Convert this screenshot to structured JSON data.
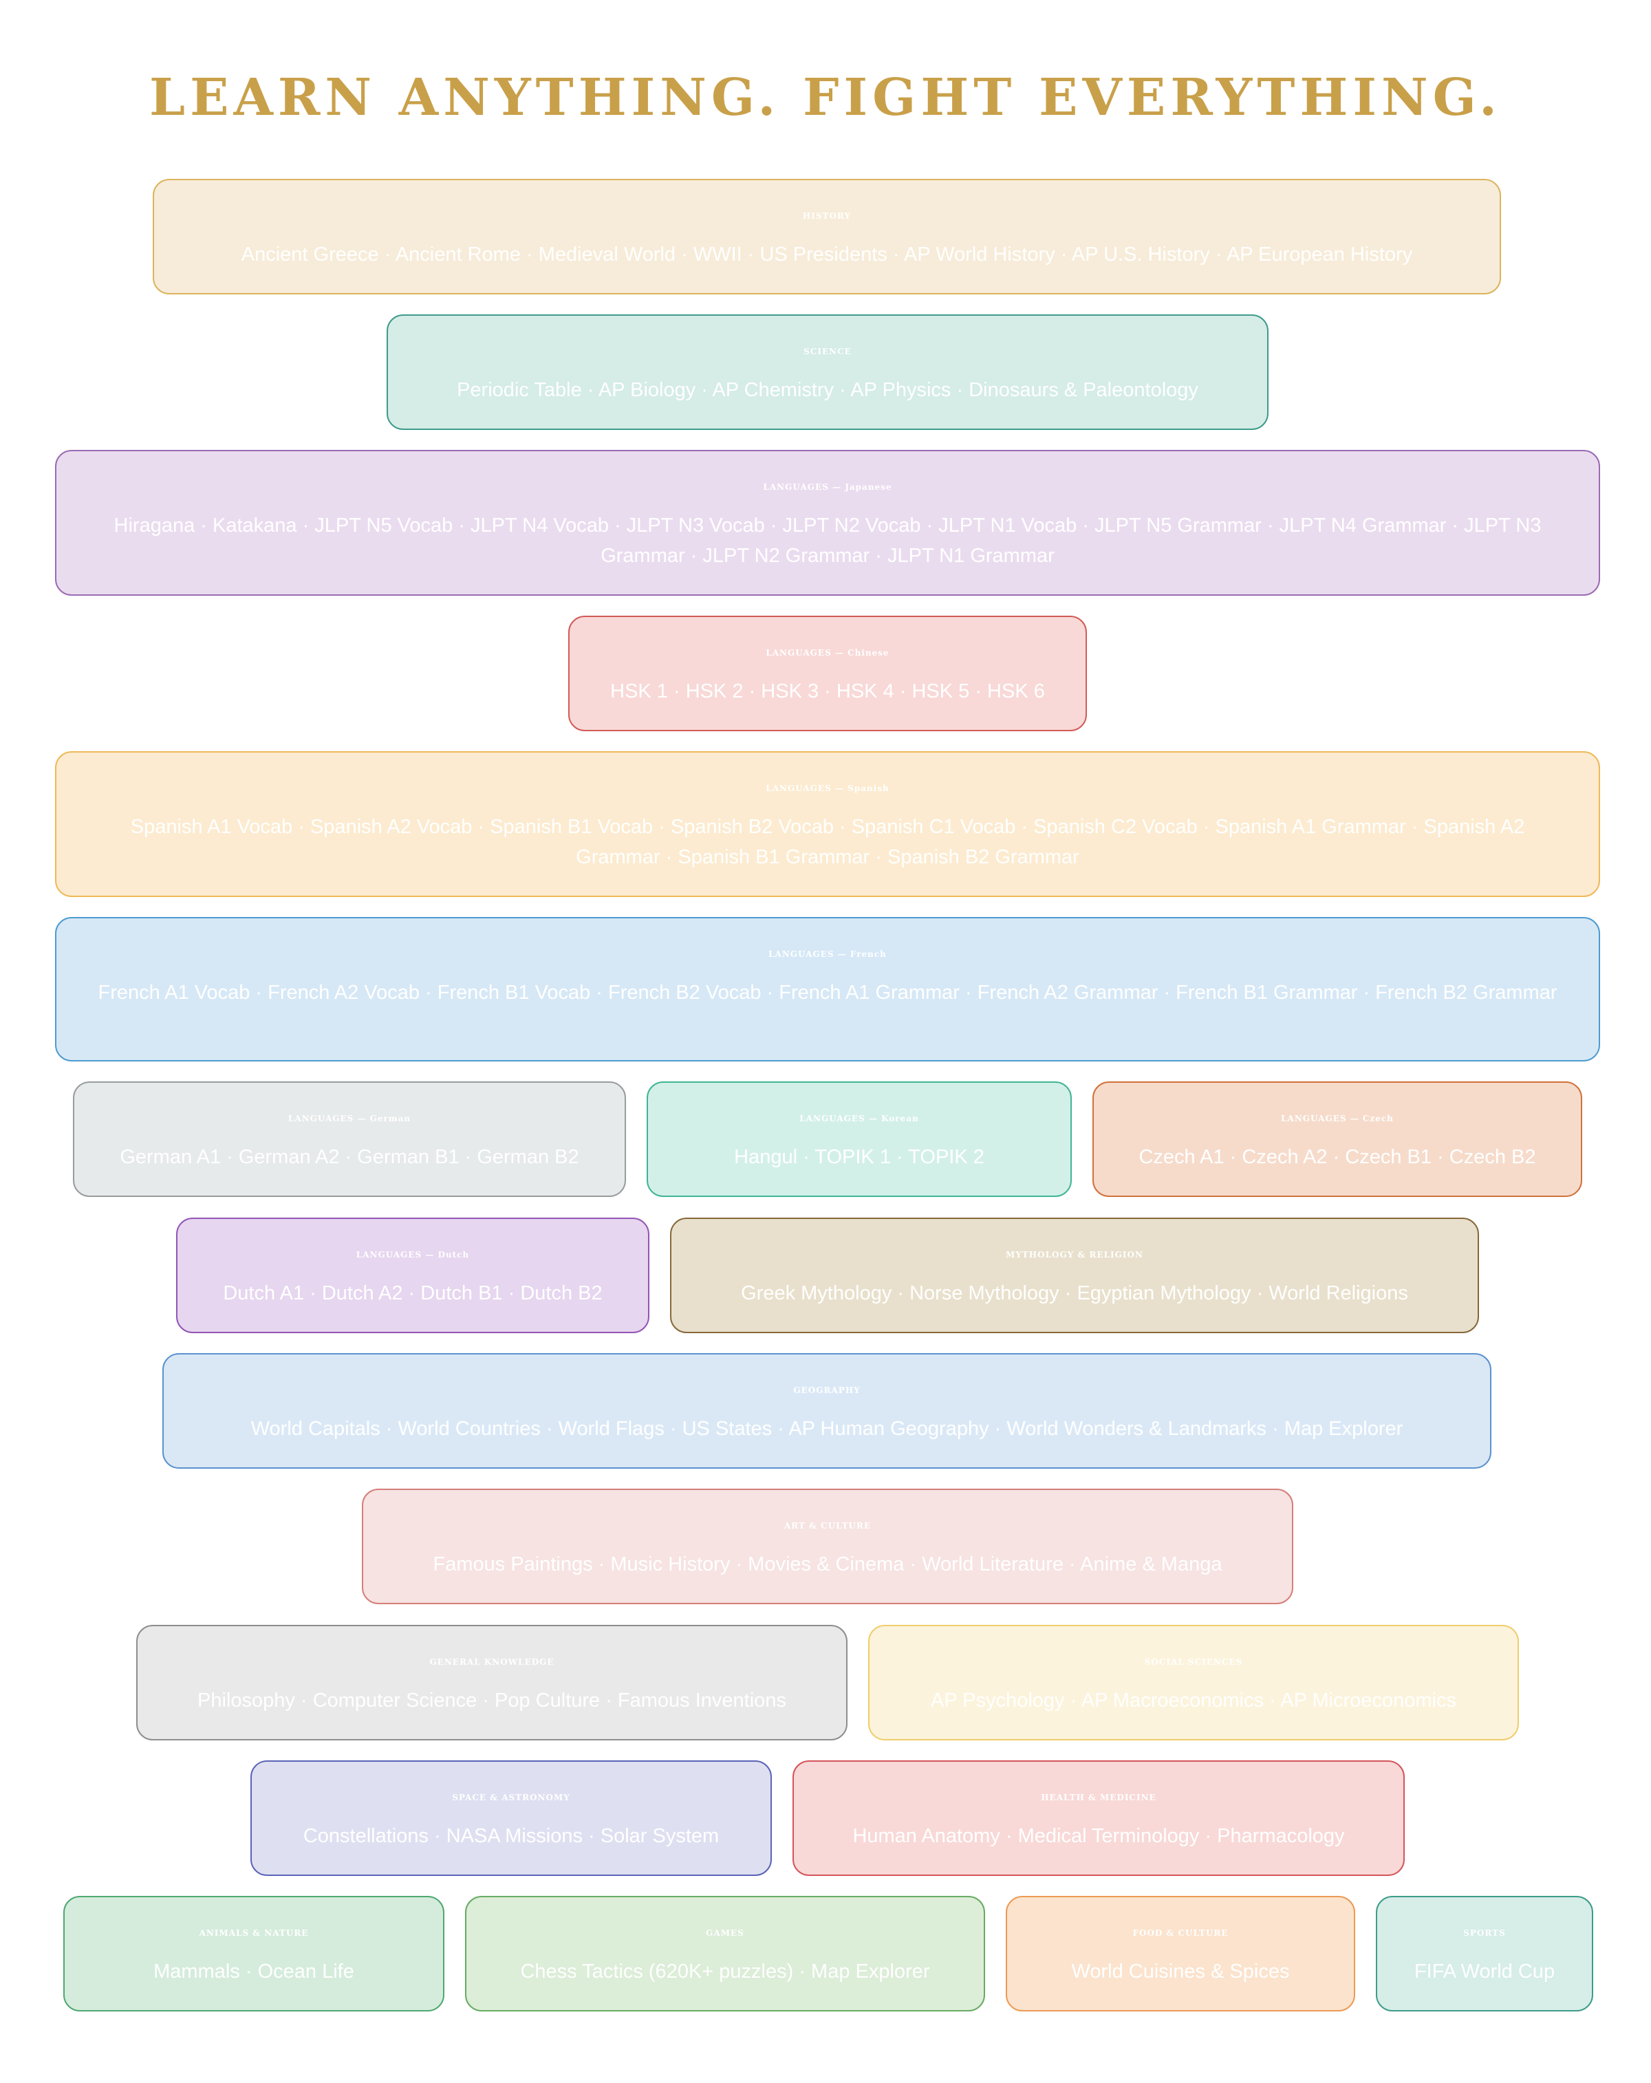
{
  "page": {
    "title": "LEARN ANYTHING. FIGHT EVERYTHING.",
    "title_color": "#c9a04a"
  },
  "categories": [
    {
      "title": "HISTORY",
      "items": "Ancient Greece · Ancient Rome · Medieval World · WWII · US Presidents · AP World History · AP U.S. History · AP European History",
      "bg": "#f7ecd9",
      "border": "#dcb35d"
    },
    {
      "title": "SCIENCE",
      "items": "Periodic Table · AP Biology · AP Chemistry · AP Physics · Dinosaurs & Paleontology",
      "bg": "#d5ece7",
      "border": "#3f9b8b"
    },
    {
      "title": "LANGUAGES — Japanese",
      "items": "Hiragana · Katakana · JLPT N5 Vocab · JLPT N4 Vocab · JLPT N3 Vocab · JLPT N2 Vocab · JLPT N1 Vocab · JLPT N5 Grammar · JLPT N4 Grammar · JLPT N3 Grammar · JLPT N2 Grammar · JLPT N1 Grammar",
      "bg": "#eadcef",
      "border": "#9a6bb4"
    },
    {
      "title": "LANGUAGES — Chinese",
      "items": "HSK 1 · HSK 2 · HSK 3 · HSK 4 · HSK 5 · HSK 6",
      "bg": "#f8d9d7",
      "border": "#d25b57"
    },
    {
      "title": "LANGUAGES — Spanish",
      "items": "Spanish A1 Vocab · Spanish A2 Vocab · Spanish B1 Vocab · Spanish B2 Vocab · Spanish C1 Vocab · Spanish C2 Vocab · Spanish A1 Grammar · Spanish A2 Grammar · Spanish B1 Grammar · Spanish B2 Grammar",
      "bg": "#fcebd0",
      "border": "#f0b85a"
    },
    {
      "title": "LANGUAGES — French",
      "items": "French A1 Vocab · French A2 Vocab · French B1 Vocab · French B2 Vocab · French A1 Grammar · French A2 Grammar · French B1 Grammar · French B2 Grammar",
      "bg": "#d6e8f6",
      "border": "#4d9bd0"
    },
    {
      "title": "LANGUAGES — German",
      "items": "German A1 · German A2 · German B1 · German B2",
      "bg": "#e7eaea",
      "border": "#979c9c"
    },
    {
      "title": "LANGUAGES — Korean",
      "items": "Hangul · TOPIK 1 · TOPIK 2",
      "bg": "#d3f0e8",
      "border": "#3fb595"
    },
    {
      "title": "LANGUAGES — Czech",
      "items": "Czech A1 · Czech A2 · Czech B1 · Czech B2",
      "bg": "#f6dbcb",
      "border": "#d0713c"
    },
    {
      "title": "LANGUAGES — Dutch",
      "items": "Dutch A1 · Dutch A2 · Dutch B1 · Dutch B2",
      "bg": "#e6d6ef",
      "border": "#9454b6"
    },
    {
      "title": "MYTHOLOGY & RELIGION",
      "items": "Greek Mythology · Norse Mythology · Egyptian Mythology · World Religions",
      "bg": "#e8e0cc",
      "border": "#86683a"
    },
    {
      "title": "GEOGRAPHY",
      "items": "World Capitals · World Countries · World Flags · US States · AP Human Geography · World Wonders & Landmarks · Map Explorer",
      "bg": "#dae8f6",
      "border": "#5a92ce"
    },
    {
      "title": "ART & CULTURE",
      "items": "Famous Paintings · Music History · Movies & Cinema · World Literature · Anime & Manga",
      "bg": "#f6e3e2",
      "border": "#d57e7a"
    },
    {
      "title": "GENERAL KNOWLEDGE",
      "items": "Philosophy · Computer Science · Pop Culture · Famous Inventions",
      "bg": "#e9e9e9",
      "border": "#8e8e8e"
    },
    {
      "title": "SOCIAL SCIENCES",
      "items": "AP Psychology · AP Macroeconomics · AP Microeconomics",
      "bg": "#fcf3dc",
      "border": "#f0cd6b"
    },
    {
      "title": "SPACE & ASTRONOMY",
      "items": "Constellations · NASA Missions · Solar System",
      "bg": "#dee0f1",
      "border": "#5b63b8"
    },
    {
      "title": "HEALTH & MEDICINE",
      "items": "Human Anatomy · Medical Terminology · Pharmacology",
      "bg": "#f8d9d7",
      "border": "#d4545a"
    },
    {
      "title": "ANIMALS & NATURE",
      "items": "Mammals · Ocean Life",
      "bg": "#d5ecdc",
      "border": "#4ea871"
    },
    {
      "title": "GAMES",
      "items": "Chess Tactics (620K+ puzzles) · Map Explorer",
      "bg": "#dcedd8",
      "border": "#67ab63"
    },
    {
      "title": "FOOD & CULTURE",
      "items": "World Cuisines & Spices",
      "bg": "#fbe3cd",
      "border": "#ec9a55"
    },
    {
      "title": "SPORTS",
      "items": "FIFA World Cup",
      "bg": "#d6ede8",
      "border": "#3e9c88"
    }
  ]
}
